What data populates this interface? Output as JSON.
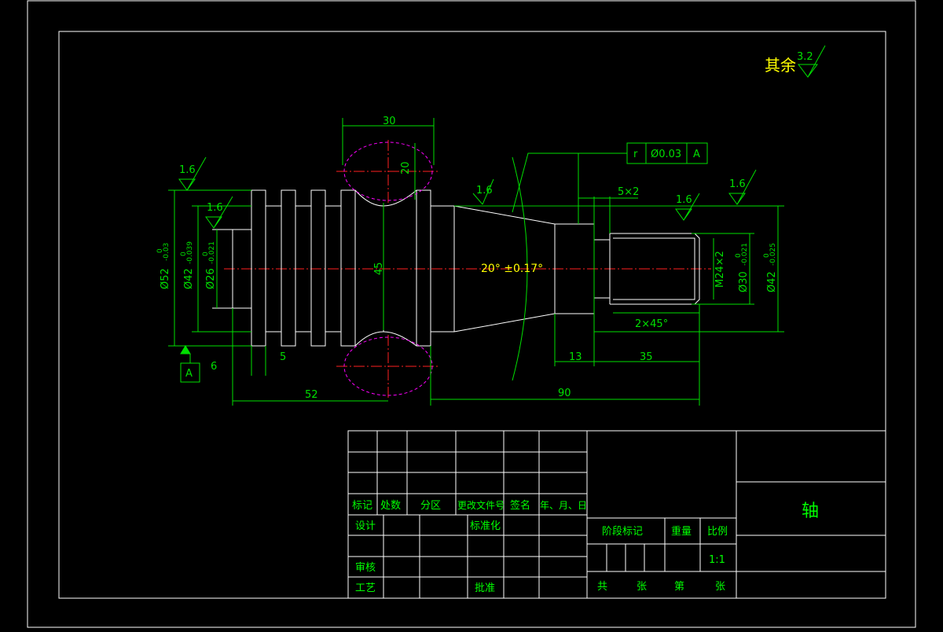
{
  "colors": {
    "background": "#000000",
    "outline": "#ffffff",
    "dimension": "#00e000",
    "centerline": "#ff2020",
    "hidden_detail": "#ff00ff"
  },
  "notes": {
    "rest_roughness_label": "其余",
    "rest_roughness_value": "3.2"
  },
  "roughness": {
    "left_outer": "1.6",
    "left_bore": "1.6",
    "taper": "1.6",
    "right_thread": "1.6",
    "right_end": "1.6"
  },
  "tolerance_frame": {
    "symbol": "r",
    "value": "Ø0.03",
    "datum": "A"
  },
  "datum_label": "A",
  "dimensions": {
    "groove_width": "30",
    "groove_depth": "20",
    "shoulder_diameter": "45",
    "left_outer_dia": "Ø52",
    "left_outer_dev": "-0.03",
    "left_outer_zero": "0",
    "left_bore_dia": "Ø42",
    "left_bore_dev": "-0.039",
    "left_bore_zero": "0",
    "left_inner_dia": "Ø26",
    "left_inner_dev": "-0.021",
    "left_inner_zero": "0",
    "taper_angle": "20° ±0.17°",
    "undercut": "5×2",
    "thread": "M24×2",
    "right_mid_dia": "Ø30",
    "right_mid_dev": "-0.021",
    "right_mid_zero": "0",
    "right_end_dia": "Ø42",
    "right_end_dev": "-0.025",
    "right_end_zero": "0",
    "chamfer": "2×45°",
    "len_6": "6",
    "len_5": "5",
    "len_52": "52",
    "len_13": "13",
    "len_35": "35",
    "len_90": "90"
  },
  "title_block": {
    "header_row": [
      "标记",
      "处数",
      "分区",
      "更改文件号",
      "签名",
      "年、月、日"
    ],
    "design": "设计",
    "standardize": "标准化",
    "review": "审核",
    "process": "工艺",
    "approve": "批准",
    "stage_mark": "阶段标记",
    "weight": "重量",
    "scale": "比例",
    "scale_value": "1:1",
    "total": "共",
    "sheets": "张",
    "sheet_no": "第",
    "sheet_suffix": "张",
    "part_name": "轴"
  }
}
